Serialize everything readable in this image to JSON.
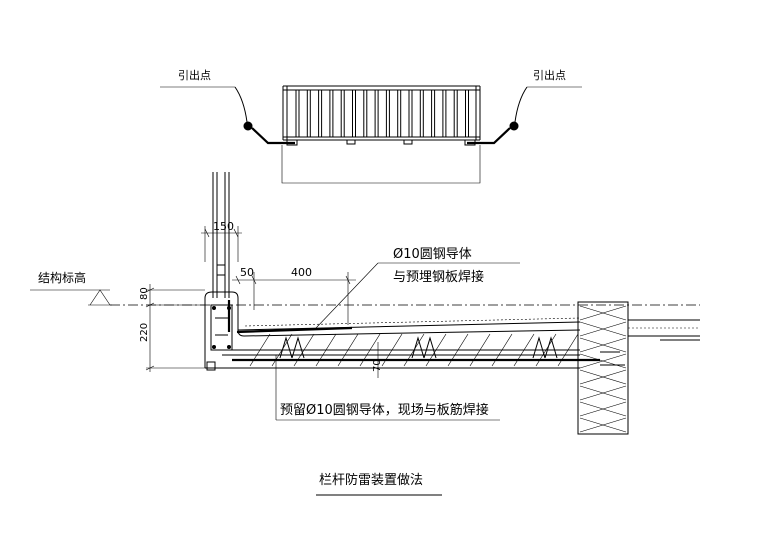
{
  "labels": {
    "lead_out_left": "引出点",
    "lead_out_right": "引出点",
    "structure_elevation": "结构标高",
    "rebar_note_line1": "Ø10圆钢导体",
    "rebar_note_line2": "与预埋钢板焊接",
    "reserved_note": "预留Ø10圆钢导体，现场与板筋焊接",
    "title": "栏杆防雷装置做法"
  },
  "dimensions": {
    "d150": "150",
    "d50": "50",
    "d400": "400",
    "d80": "80",
    "d220": "220",
    "d70": "70"
  }
}
